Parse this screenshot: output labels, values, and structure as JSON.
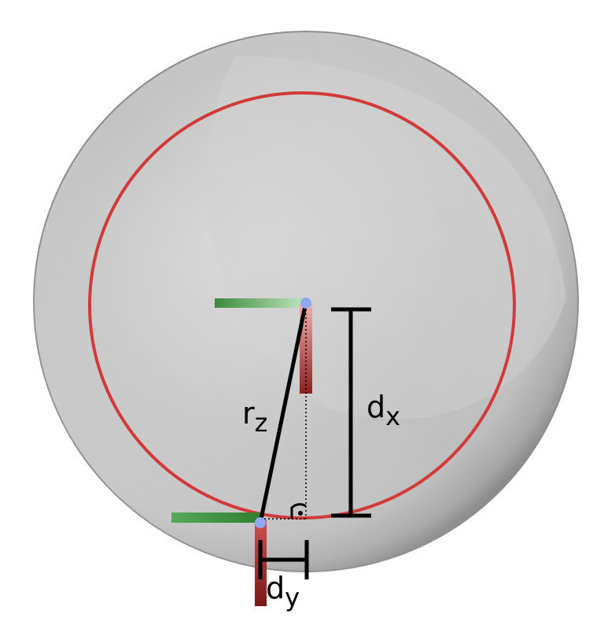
{
  "labels": {
    "radius": {
      "main": "r",
      "sub": "z"
    },
    "dist_x": {
      "main": "d",
      "sub": "x"
    },
    "dist_y": {
      "main": "d",
      "sub": "y"
    }
  },
  "colors": {
    "sphere_light": "#e6e6e6",
    "sphere_dark": "#9a9a9a",
    "circle": "#d23a3a",
    "axis_green": "#4e9a4e",
    "axis_red": "#b03030",
    "point": "#8fa8f0",
    "line": "#000000"
  }
}
